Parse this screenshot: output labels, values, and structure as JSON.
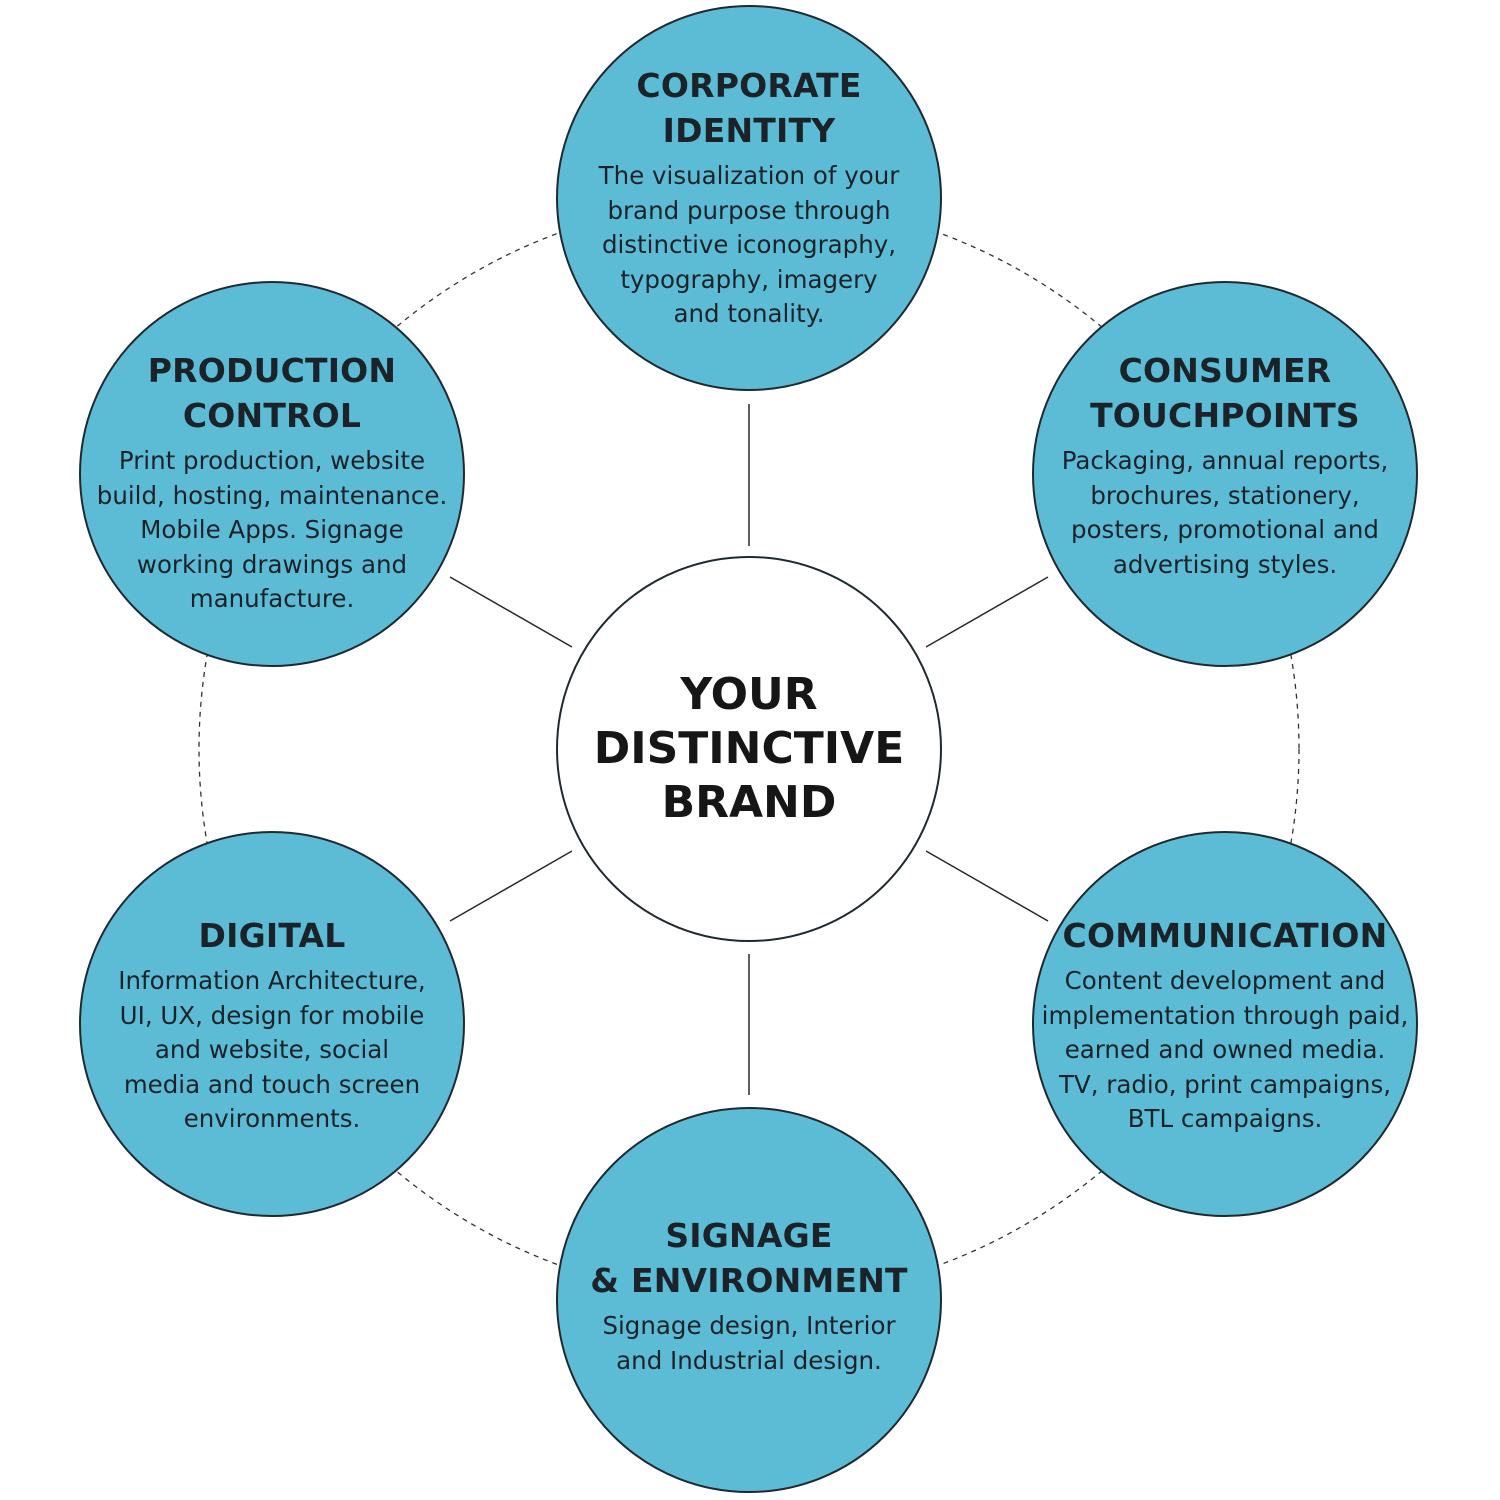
{
  "center": {
    "title": "YOUR\nDISTINCTIVE\nBRAND"
  },
  "nodes": {
    "corporate": {
      "title": "CORPORATE\nIDENTITY",
      "desc": "The visualization of your\nbrand purpose through\ndistinctive iconography,\ntypography, imagery\nand tonality."
    },
    "consumer": {
      "title": "CONSUMER\nTOUCHPOINTS",
      "desc": "Packaging, annual reports,\nbrochures, stationery,\nposters, promotional and\nadvertising styles."
    },
    "communication": {
      "title": "COMMUNICATION",
      "desc": "Content development and\nimplementation through paid,\nearned and owned media.\nTV, radio, print campaigns,\nBTL campaigns."
    },
    "signage": {
      "title": "SIGNAGE\n& ENVIRONMENT",
      "desc": "Signage design, Interior\nand Industrial design."
    },
    "digital": {
      "title": "DIGITAL",
      "desc": "Information Architecture,\nUI, UX, design for mobile\nand website, social\nmedia and touch screen\nenvironments."
    },
    "production": {
      "title": "PRODUCTION\nCONTROL",
      "desc": "Print production, website\nbuild, hosting, maintenance.\nMobile Apps. Signage\nworking drawings and\nmanufacture."
    }
  },
  "colors": {
    "node_fill": "#5cbcd6",
    "center_fill": "#ffffff",
    "outline": "#1f2a30",
    "text": "#1b2328"
  }
}
